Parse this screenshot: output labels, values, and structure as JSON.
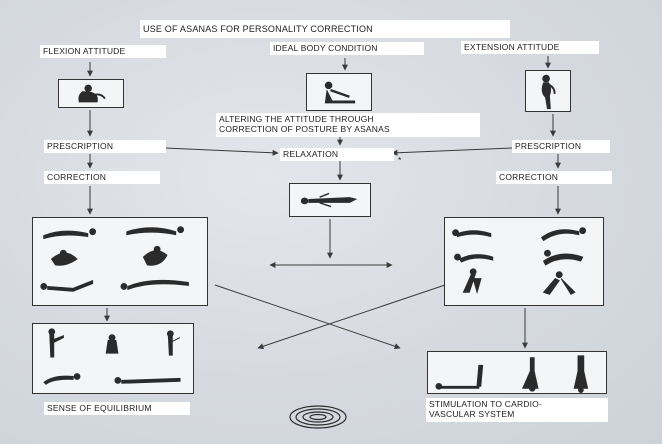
{
  "title": "USE OF ASANAS FOR PERSONALITY CORRECTION",
  "nodes": {
    "flexion": "FLEXION ATTITUDE",
    "ideal": "IDEAL BODY CONDITION",
    "extension": "EXTENSION ATTITUDE",
    "altering_line1": "ALTERING THE ATTITUDE THROUGH",
    "altering_line2": "CORRECTION OF POSTURE BY ASANAS",
    "prescription_left": "PRESCRIPTION",
    "relaxation": "RELAXATION",
    "prescription_right": "PRESCRIPTION",
    "correction_left": "CORRECTION",
    "correction_right": "CORRECTION",
    "sense": "SENSE OF EQUILIBRIUM",
    "stimulation_line1": "STIMULATION TO CARDIO-",
    "stimulation_line2": "VASCULAR SYSTEM"
  },
  "colors": {
    "background": "#d9dde3",
    "box": "#ffffff",
    "line": "#3a3a3a",
    "figure": "#2b2b2b"
  }
}
